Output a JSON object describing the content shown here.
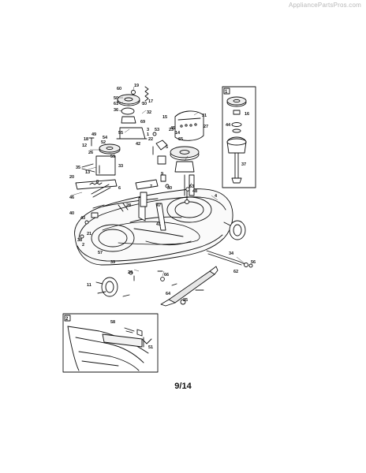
{
  "watermark": "AppliancePartsPros.com",
  "page_number": "9/14",
  "insets": [
    "1",
    "2"
  ],
  "part_labels": [
    "19",
    "60",
    "50",
    "61",
    "36",
    "10",
    "32",
    "55",
    "69",
    "17",
    "3",
    "1",
    "22",
    "54",
    "15",
    "52",
    "42",
    "53",
    "5",
    "27",
    "49",
    "18",
    "26",
    "59",
    "14",
    "65",
    "4",
    "40",
    "63",
    "48",
    "31",
    "30",
    "20",
    "33",
    "46",
    "12",
    "6",
    "13",
    "35",
    "45",
    "7",
    "9",
    "8",
    "11",
    "57",
    "43",
    "34",
    "56",
    "47",
    "21",
    "23",
    "28",
    "41",
    "2",
    "38",
    "39",
    "16",
    "64",
    "44",
    "66",
    "25",
    "24",
    "37",
    "51",
    "58",
    "62"
  ]
}
